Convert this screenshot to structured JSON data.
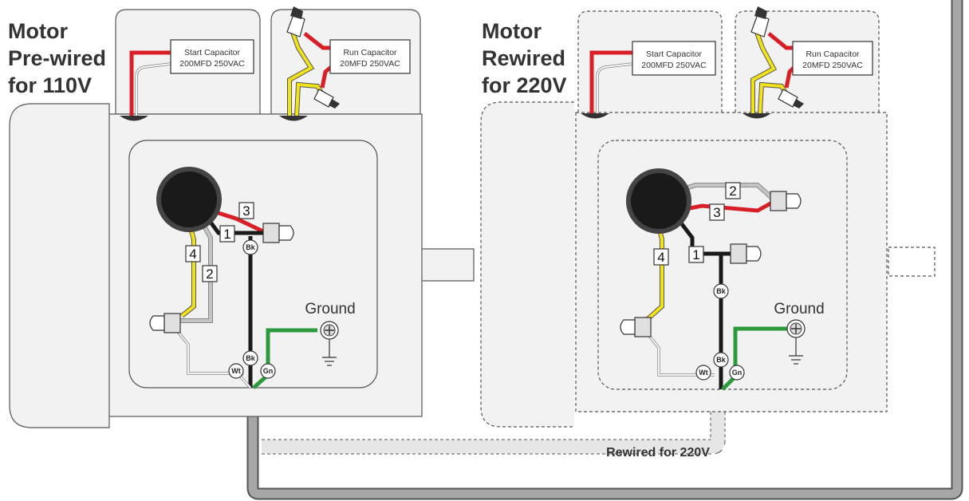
{
  "left_motor": {
    "title_lines": [
      "Motor",
      "Pre-wired",
      "for 110V"
    ],
    "start_capacitor": [
      "Start Capacitor",
      "200MFD 250VAC"
    ],
    "run_capacitor": [
      "Run Capacitor",
      "20MFD 250VAC"
    ],
    "wire_numbers": [
      "1",
      "2",
      "3",
      "4"
    ],
    "ground_label": "Ground",
    "connectors": {
      "black_top": "Bk",
      "black_bottom": "Bk",
      "white": "Wt",
      "green": "Gn"
    }
  },
  "right_motor": {
    "title_lines": [
      "Motor",
      "Rewired",
      "for 220V"
    ],
    "start_capacitor": [
      "Start Capacitor",
      "200MFD 250VAC"
    ],
    "run_capacitor": [
      "Run Capacitor",
      "20MFD 250VAC"
    ],
    "wire_numbers": [
      "1",
      "2",
      "3",
      "4"
    ],
    "ground_label": "Ground",
    "connectors": {
      "black_top": "Bk",
      "black_bottom": "Bk",
      "white": "Wt",
      "green": "Gn"
    }
  },
  "cord_label": "Rewired for 220V",
  "colors": {
    "red": "#d91f26",
    "yellow": "#f2e318",
    "black": "#1a1a1a",
    "gray": "#b3b3b3",
    "green": "#2e9a3e",
    "white_wire": "#ffffff",
    "motor_fill": "#f2f2f2",
    "outline": "#555555",
    "cord": "#999999",
    "cord_light": "#e3e3e3"
  }
}
